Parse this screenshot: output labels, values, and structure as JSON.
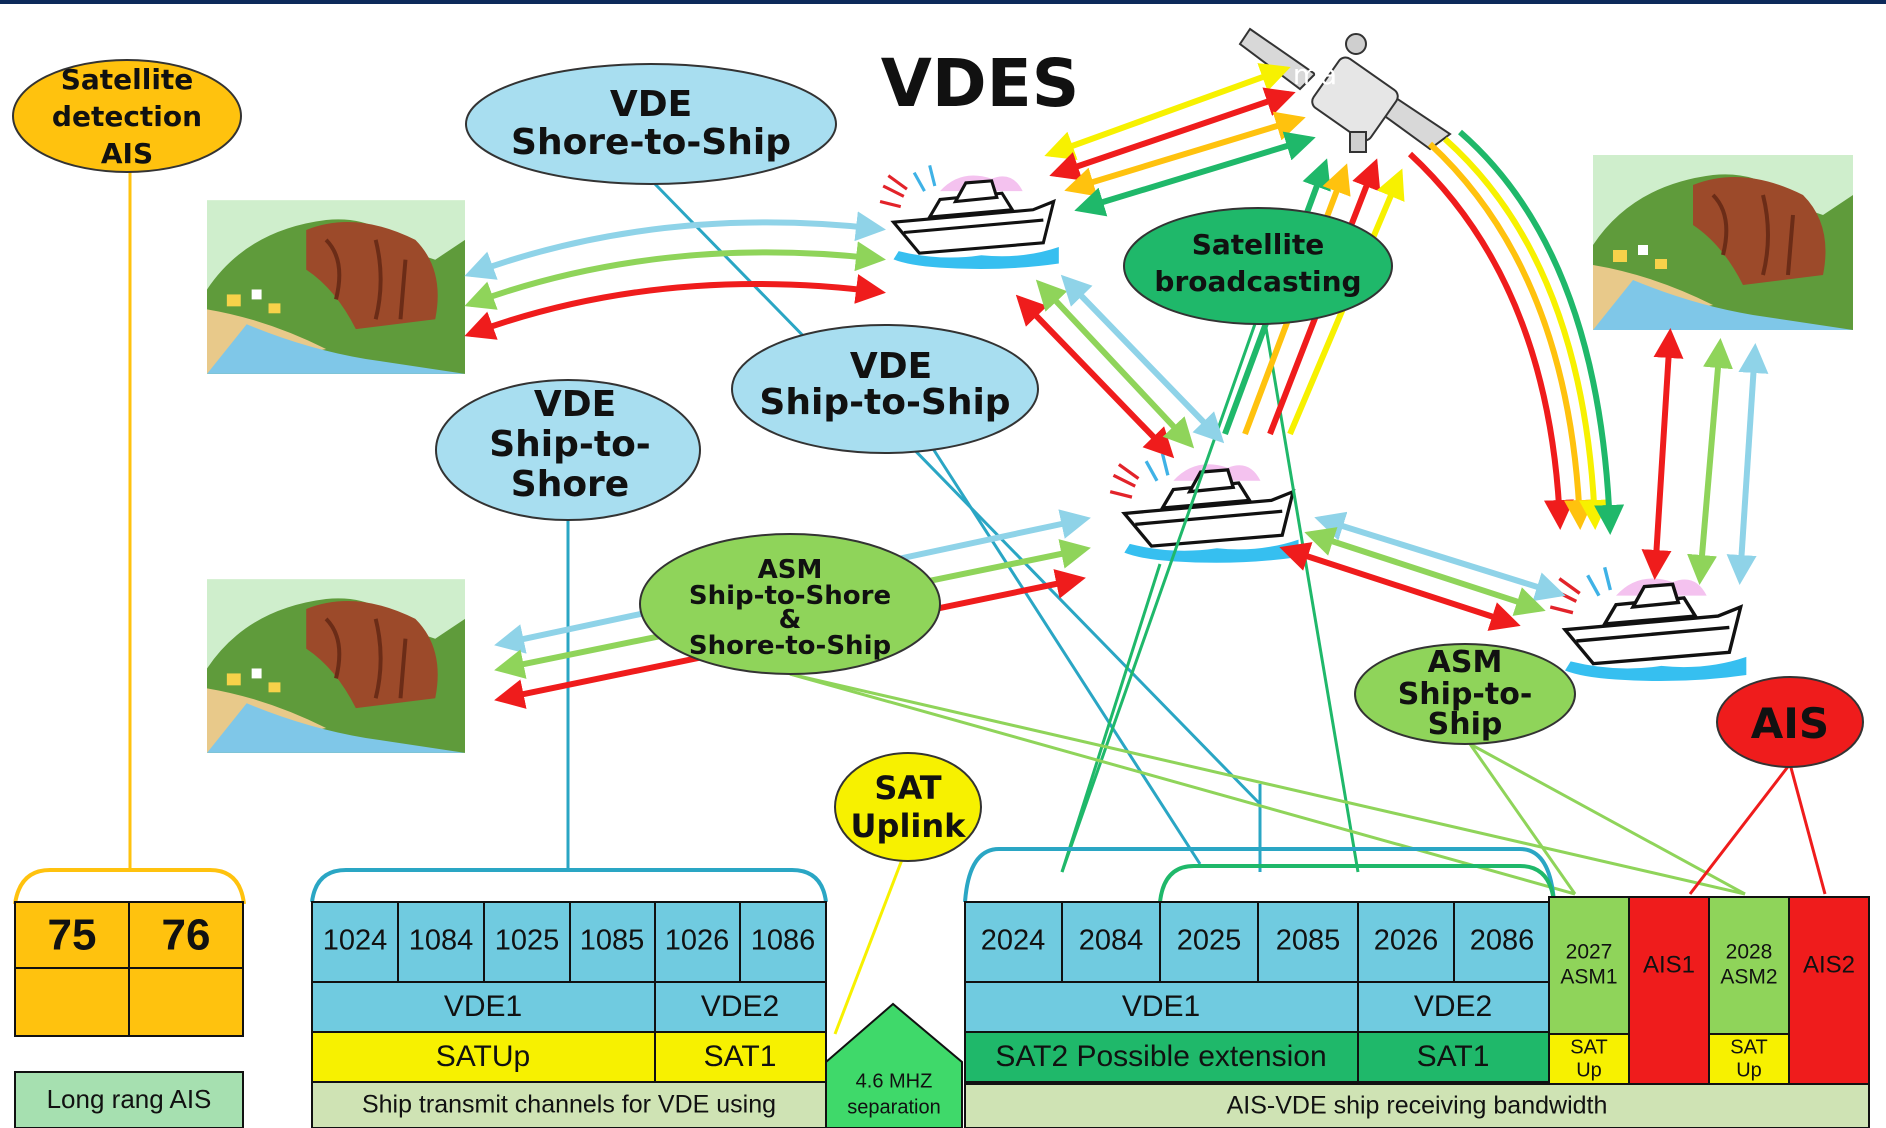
{
  "diagram": {
    "title": "VDES",
    "overlay_text": "ma",
    "bubbles": {
      "sat_detect": [
        "Satellite",
        "detection",
        "AIS"
      ],
      "vde_shore_ship": [
        "VDE",
        "Shore-to-Ship"
      ],
      "vde_ship_ship": [
        "VDE",
        "Ship-to-Ship"
      ],
      "vde_ship_shore": [
        "VDE",
        "Ship-to-",
        "Shore"
      ],
      "asm_shore": [
        "ASM",
        "Ship-to-Shore",
        "&",
        "Shore-to-Ship"
      ],
      "sat_broadcast": [
        "Satellite",
        "broadcasting"
      ],
      "asm_ship": [
        "ASM",
        "Ship-to-",
        "Ship"
      ],
      "ais": "AIS",
      "sat_uplink": [
        "SAT",
        "Uplink"
      ]
    },
    "ais_block": {
      "channels": [
        "75",
        "76"
      ],
      "caption": "Long rang AIS"
    },
    "left_block": {
      "channels": [
        "1024",
        "1084",
        "1025",
        "1085",
        "1026",
        "1086"
      ],
      "vde": [
        "VDE1",
        "VDE2"
      ],
      "sat": [
        "SATUp",
        "SAT1"
      ],
      "caption": "Ship transmit channels for VDE using"
    },
    "separation": [
      "4.6 MHZ",
      "separation"
    ],
    "right_block": {
      "channels": [
        "2024",
        "2084",
        "2025",
        "2085",
        "2026",
        "2086"
      ],
      "vde": [
        "VDE1",
        "VDE2"
      ],
      "sat": [
        "SAT2 Possible extension",
        "SAT1"
      ],
      "asm": [
        [
          "2027",
          "ASM1"
        ],
        [
          "2028",
          "ASM2"
        ]
      ],
      "ais": [
        "AIS1",
        "AIS2"
      ],
      "satup": [
        [
          "SAT",
          "Up"
        ],
        [
          "SAT",
          "Up"
        ]
      ],
      "caption": "AIS-VDE ship receiving bandwidth"
    },
    "colors": {
      "light_blue": "#8fd3e8",
      "light_green": "#8fd45a",
      "dark_green": "#1fb86a",
      "yellow": "#f7f100",
      "orange": "#ffc20e",
      "red": "#ef1c1c",
      "table_blue": "#70cbe0",
      "caption_green": "#cfe3b4"
    }
  }
}
